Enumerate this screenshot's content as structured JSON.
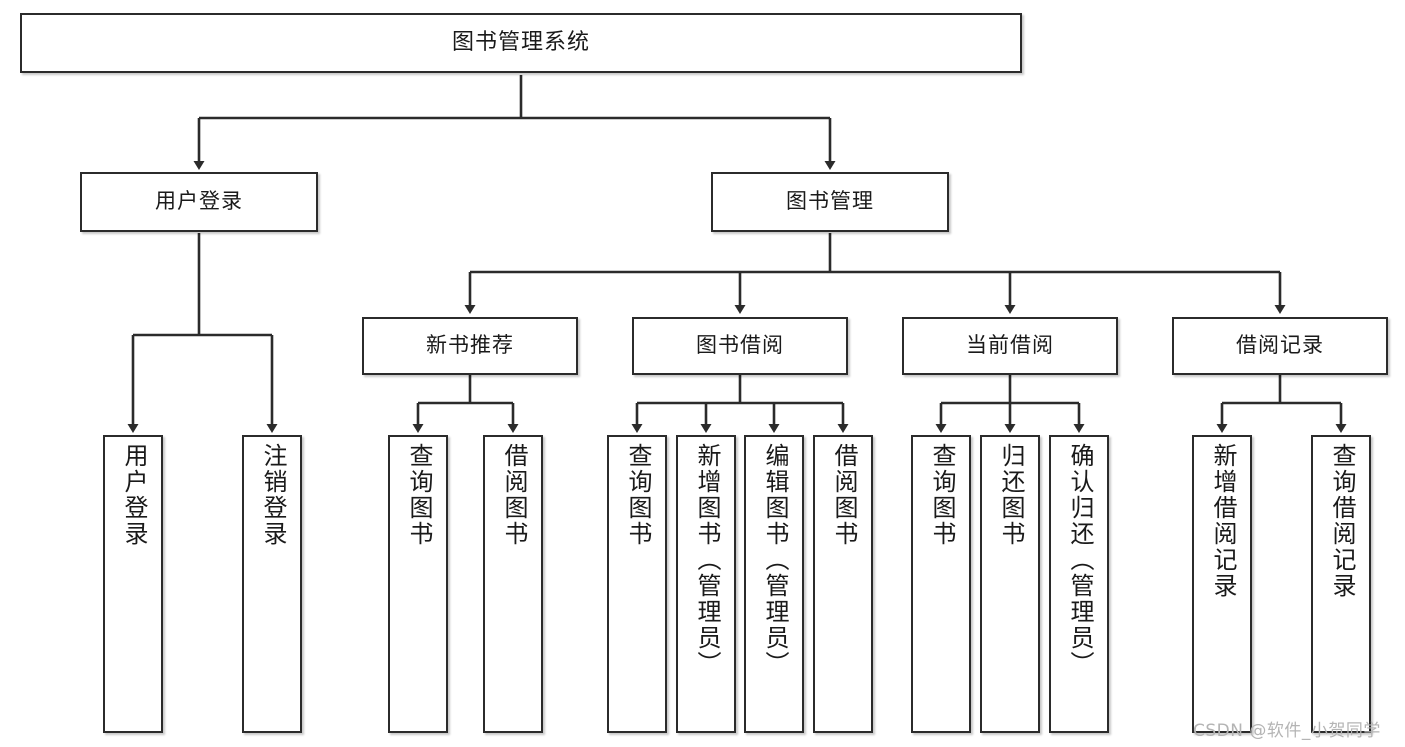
{
  "diagram": {
    "title": "图书管理系统",
    "watermark": "CSDN @软件_小贺同学",
    "line_color": "#2b2b2b",
    "box_fill": "#ffffff",
    "text_color": "#1a1a1a",
    "root": {
      "label": "图书管理系统"
    },
    "level1": [
      {
        "label": "用户登录"
      },
      {
        "label": "图书管理"
      }
    ],
    "level2": [
      {
        "label": "新书推荐"
      },
      {
        "label": "图书借阅"
      },
      {
        "label": "当前借阅"
      },
      {
        "label": "借阅记录"
      }
    ],
    "leaves": {
      "user_login": [
        {
          "label": "用户登录"
        },
        {
          "label": "注销登录"
        }
      ],
      "new_book": [
        {
          "label": "查询图书"
        },
        {
          "label": "借阅图书"
        }
      ],
      "book_borrow": [
        {
          "label": "查询图书"
        },
        {
          "label": "新增图书（管理员）"
        },
        {
          "label": "编辑图书（管理员）"
        },
        {
          "label": "借阅图书"
        }
      ],
      "current_borrow": [
        {
          "label": "查询图书"
        },
        {
          "label": "归还图书"
        },
        {
          "label": "确认归还（管理员）"
        }
      ],
      "borrow_record": [
        {
          "label": "新增借阅记录"
        },
        {
          "label": "查询借阅记录"
        }
      ]
    }
  }
}
